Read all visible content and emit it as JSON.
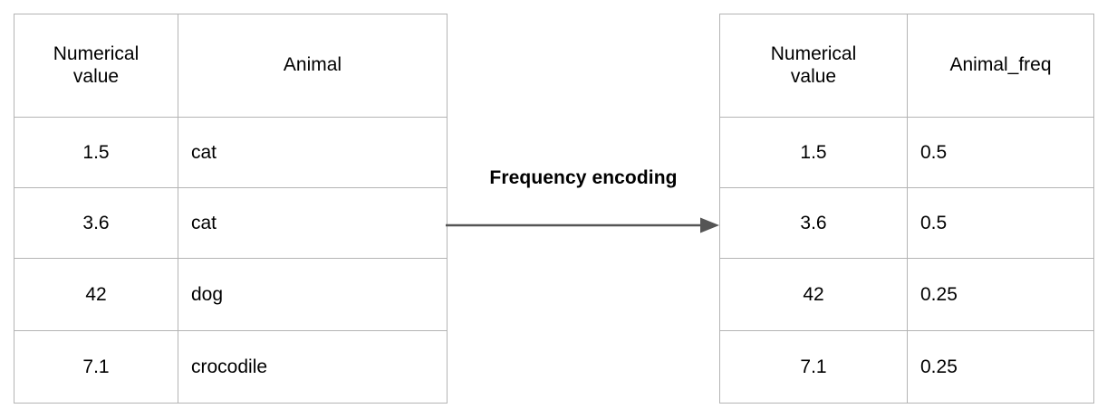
{
  "diagram": {
    "type": "table-transformation",
    "transform": {
      "label": "Frequency encoding",
      "arrow_icon": "arrow-right-icon",
      "arrow_color": "#555555",
      "direction": "left-to-right"
    },
    "border_color": "#b4b4b4",
    "text_color": "#000000",
    "background": "#ffffff"
  },
  "source_table": {
    "name": "source-table",
    "headers": [
      "Numerical value",
      "Animal"
    ],
    "header_lines": [
      [
        "Numerical",
        "value"
      ],
      [
        "Animal"
      ]
    ],
    "rows": [
      {
        "numerical_value": "1.5",
        "animal": "cat"
      },
      {
        "numerical_value": "3.6",
        "animal": "cat"
      },
      {
        "numerical_value": "42",
        "animal": "dog"
      },
      {
        "numerical_value": "7.1",
        "animal": "crocodile"
      }
    ]
  },
  "result_table": {
    "name": "result-table",
    "headers": [
      "Numerical value",
      "Animal_freq"
    ],
    "header_lines": [
      [
        "Numerical",
        "value"
      ],
      [
        "Animal_freq"
      ]
    ],
    "rows": [
      {
        "numerical_value": "1.5",
        "animal_freq": "0.5"
      },
      {
        "numerical_value": "3.6",
        "animal_freq": "0.5"
      },
      {
        "numerical_value": "42",
        "animal_freq": "0.25"
      },
      {
        "numerical_value": "7.1",
        "animal_freq": "0.25"
      }
    ]
  }
}
